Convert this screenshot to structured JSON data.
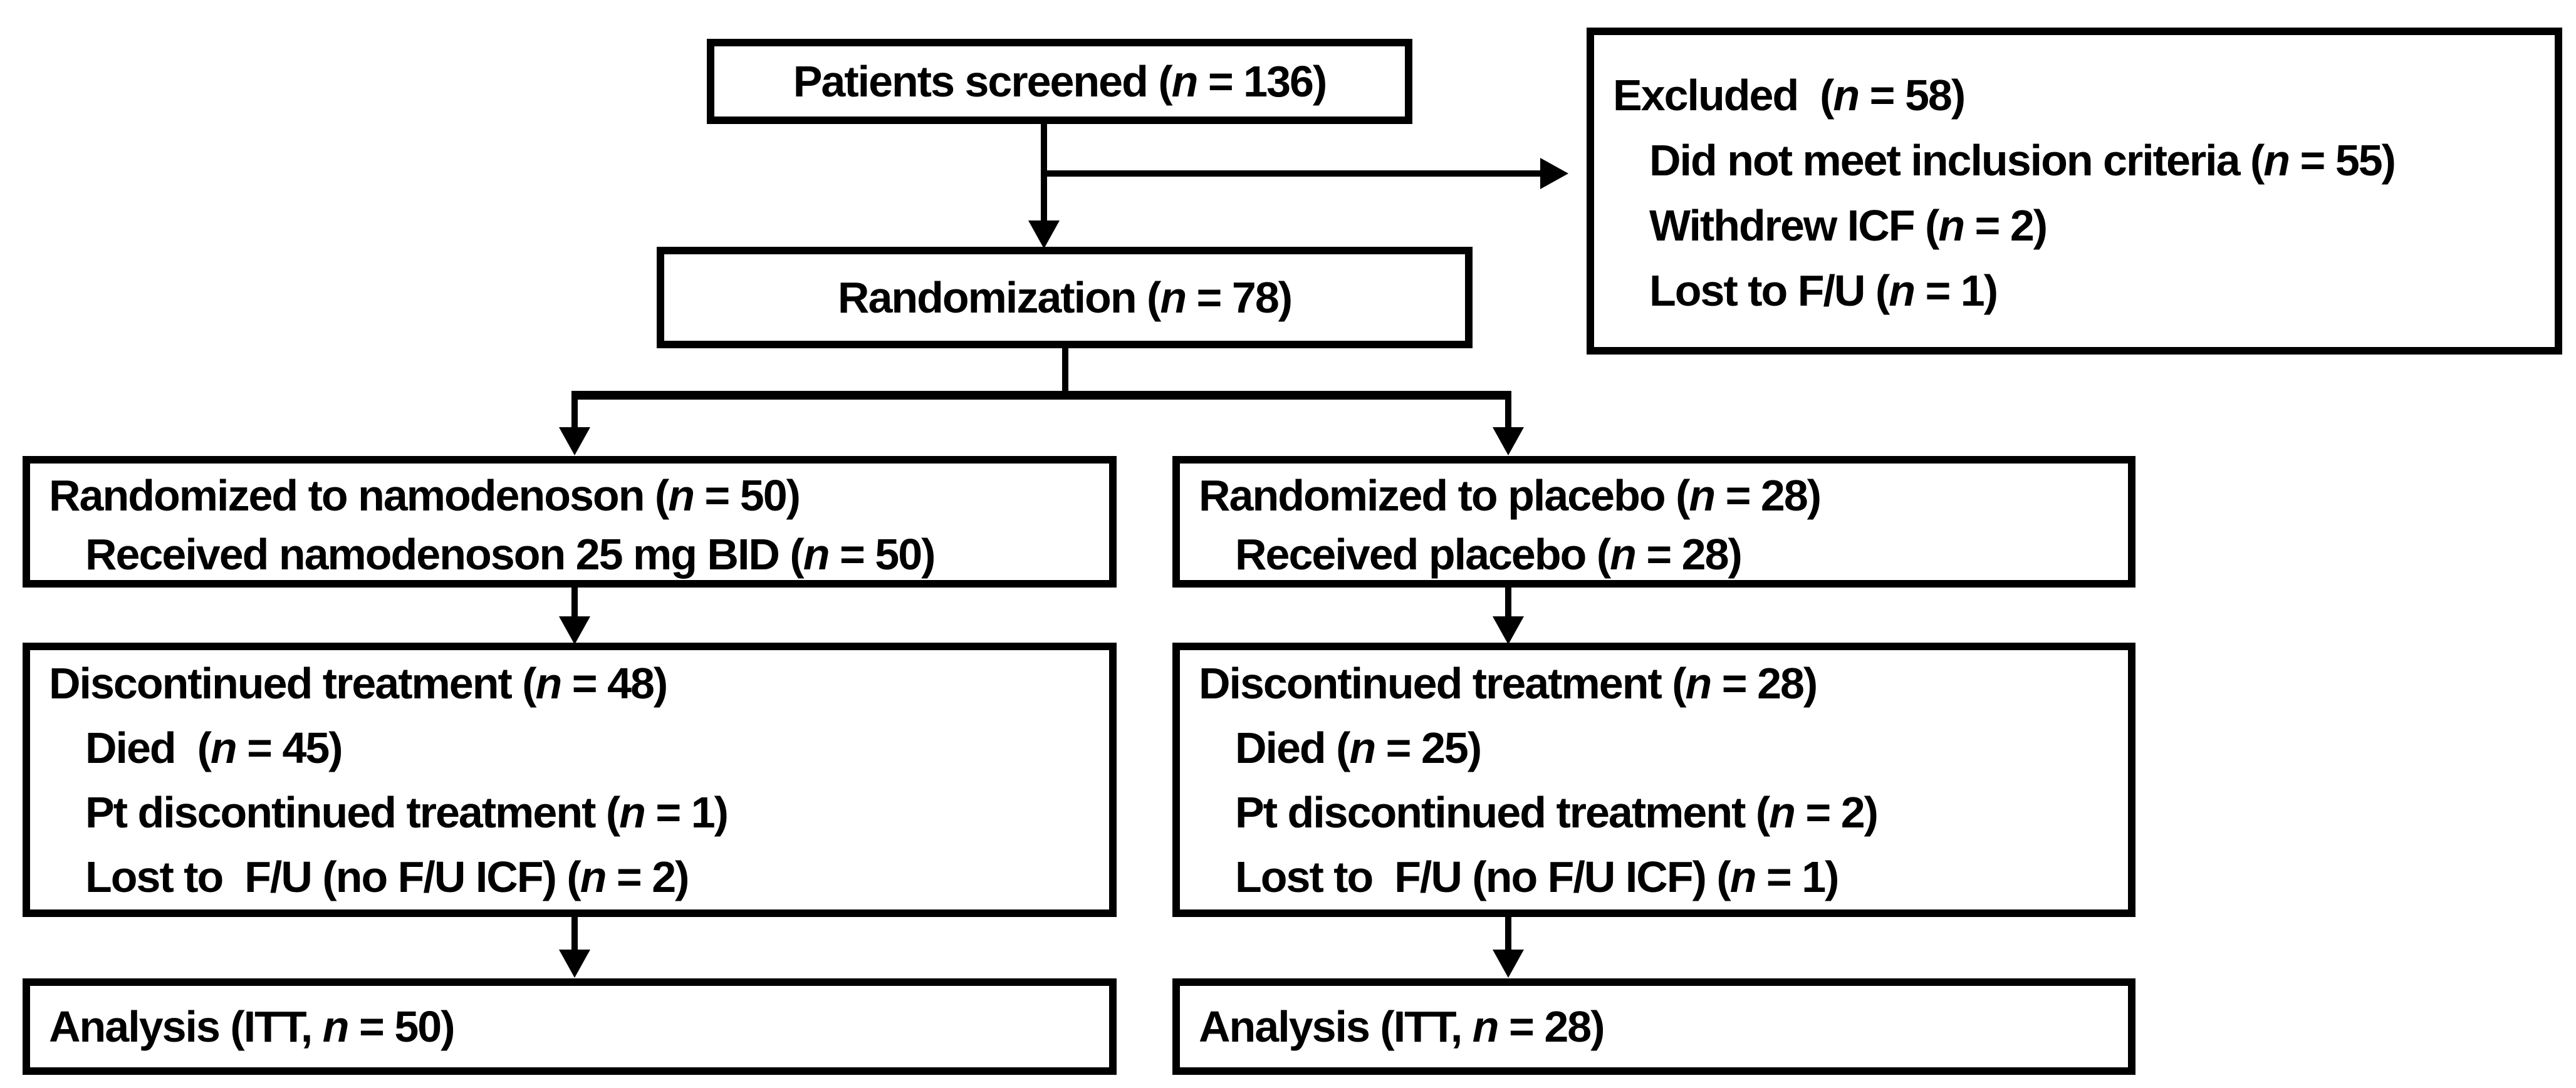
{
  "diagram": {
    "type": "consort-flow-diagram",
    "colors": {
      "line": "#000000",
      "box_background": "#ffffff",
      "text": "#000000"
    },
    "boxes": {
      "screened": {
        "line1": "Patients screened (n = 136)"
      },
      "excluded": {
        "line1": "Excluded  (n = 58)",
        "line2": "Did not meet inclusion criteria (n = 55)",
        "line3": "Withdrew ICF (n = 2)",
        "line4": "Lost to F/U (n = 1)"
      },
      "randomization": {
        "line1": "Randomization (n = 78)"
      },
      "arm_namodenoson": {
        "line1": "Randomized to namodenoson (n = 50)",
        "line2": "Received namodenoson 25 mg BID (n = 50)"
      },
      "arm_placebo": {
        "line1": "Randomized to placebo (n = 28)",
        "line2": "Received placebo (n = 28)"
      },
      "discontinued_namodenoson": {
        "line1": "Discontinued treatment (n = 48)",
        "line2": "Died  (n = 45)",
        "line3": "Pt discontinued treatment (n = 1)",
        "line4": "Lost to  F/U (no F/U ICF) (n = 2)"
      },
      "discontinued_placebo": {
        "line1": "Discontinued treatment (n = 28)",
        "line2": "Died (n = 25)",
        "line3": "Pt discontinued treatment (n = 2)",
        "line4": "Lost to  F/U (no F/U ICF) (n = 1)"
      },
      "analysis_namodenoson": {
        "line1": "Analysis (ITT, n = 50)"
      },
      "analysis_placebo": {
        "line1": "Analysis (ITT, n = 28)"
      }
    }
  }
}
